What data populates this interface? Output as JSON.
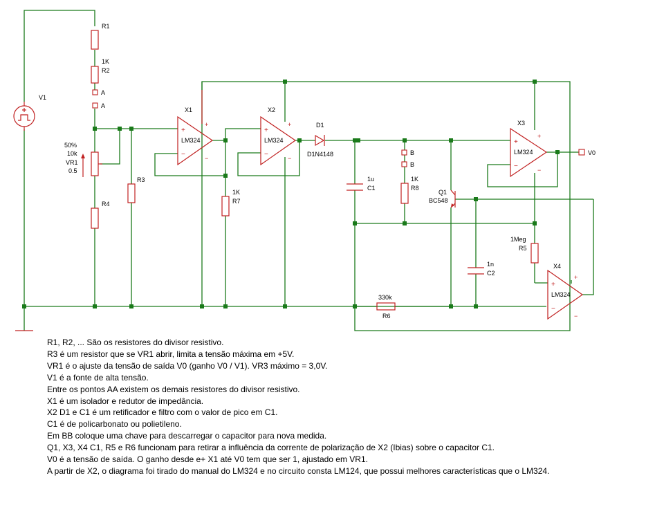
{
  "labels": {
    "r1": "R1",
    "r2_value": "1K",
    "r2": "R2",
    "a1": "A",
    "a2": "A",
    "v1": "V1",
    "vr1_pct": "50%",
    "vr1_value": "10k",
    "vr1": "VR1",
    "vr1_set": "0.5",
    "r3": "R3",
    "r4": "R4",
    "x1": "X1",
    "x1_part": "LM324",
    "r7_value": "1K",
    "r7": "R7",
    "x2": "X2",
    "x2_part": "LM324",
    "d1": "D1",
    "d1_part": "D1N4148",
    "c1_value": "1u",
    "c1": "C1",
    "b1": "B",
    "b2": "B",
    "r8_value": "1K",
    "r8": "R8",
    "q1": "Q1",
    "q1_part": "BC548",
    "x3": "X3",
    "x3_part": "LM324",
    "v0": "V0",
    "r5_value": "1Meg",
    "r5": "R5",
    "c2_value": "1n",
    "c2": "C2",
    "x4": "X4",
    "x4_part": "LM324",
    "r6_value": "330k",
    "r6": "R6"
  },
  "notes": [
    "R1, R2, ... São os resistores do divisor resistivo.",
    "R3 é um resistor que se VR1 abrir, limita a tensão máxima em +5V.",
    "VR1 é o ajuste da tensão de saída V0 (ganho V0 / V1). VR3 máximo = 3,0V.",
    "V1 é a fonte de alta tensão.",
    "Entre os pontos AA existem os demais resistores do divisor resistivo.",
    "X1 é um isolador e redutor de impedância.",
    "X2 D1 e C1 é um retificador e filtro com o valor de pico em C1.",
    "C1 é de policarbonato ou polietileno.",
    "Em BB coloque uma chave para descarregar o capacitor para nova medida.",
    "Q1, X3, X4 C1, R5 e R6 funcionam para retirar a influência da corrente de polarização de X2 (Ibias) sobre o capacitor C1.",
    "V0 é a tensão de saída. O ganho desde e+ X1 até V0 tem que ser 1, ajustado em VR1.",
    "A partir de X2, o diagrama foi tirado do manual do LM324 e no circuito consta LM124, que possui melhores características que o LM324."
  ]
}
